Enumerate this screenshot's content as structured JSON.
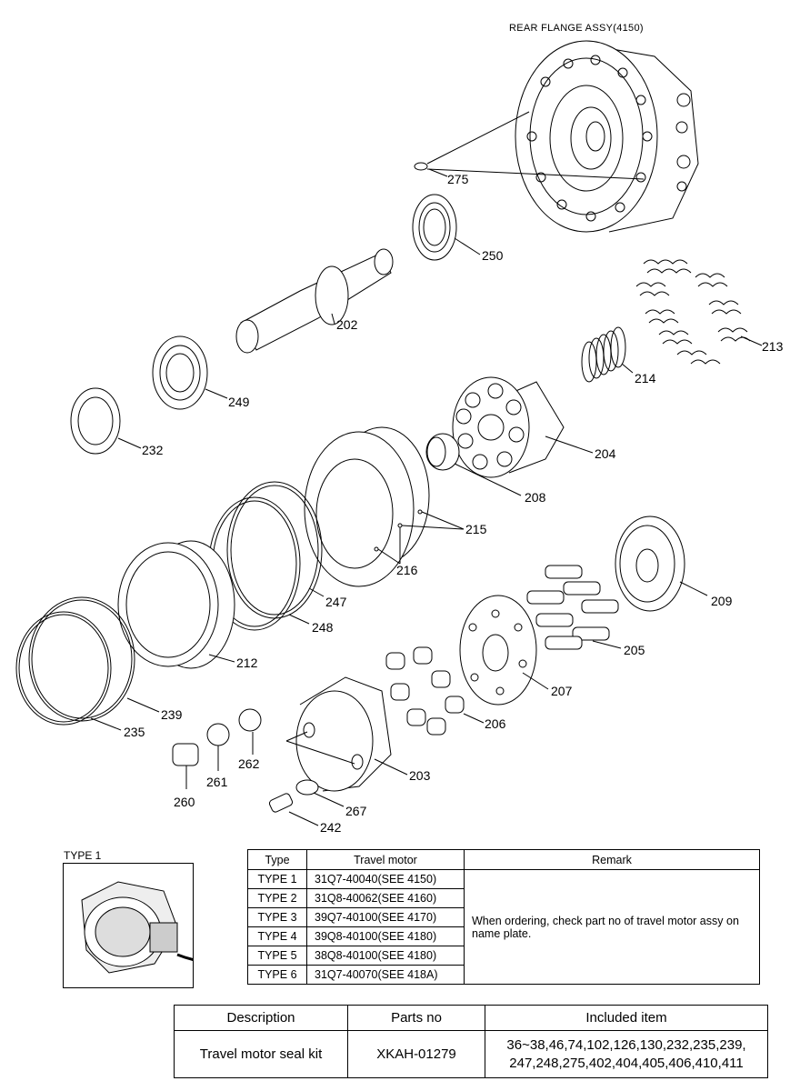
{
  "diagram": {
    "caption": "REAR FLANGE ASSY(4150)",
    "callouts": [
      "275",
      "250",
      "202",
      "213",
      "214",
      "249",
      "232",
      "204",
      "208",
      "215",
      "216",
      "209",
      "247",
      "248",
      "205",
      "212",
      "207",
      "239",
      "235",
      "206",
      "262",
      "261",
      "203",
      "260",
      "267",
      "242"
    ]
  },
  "type1": {
    "label": "TYPE 1"
  },
  "types_table": {
    "headers": [
      "Type",
      "Travel motor",
      "Remark"
    ],
    "rows": [
      {
        "type": "TYPE 1",
        "motor": "31Q7-40040(SEE 4150)"
      },
      {
        "type": "TYPE 2",
        "motor": "31Q8-40062(SEE 4160)"
      },
      {
        "type": "TYPE 3",
        "motor": "39Q7-40100(SEE 4170)"
      },
      {
        "type": "TYPE 4",
        "motor": "39Q8-40100(SEE 4180)"
      },
      {
        "type": "TYPE 5",
        "motor": "38Q8-40100(SEE 4180)"
      },
      {
        "type": "TYPE 6",
        "motor": "31Q7-40070(SEE 418A)"
      }
    ],
    "remark": "When ordering, check part no of travel motor assy on name plate."
  },
  "kit_table": {
    "headers": [
      "Description",
      "Parts no",
      "Included item"
    ],
    "row": {
      "description": "Travel motor seal kit",
      "parts_no": "XKAH-01279",
      "included_line1": "36~38,46,74,102,126,130,232,235,239,",
      "included_line2": "247,248,275,402,404,405,406,410,411"
    }
  }
}
